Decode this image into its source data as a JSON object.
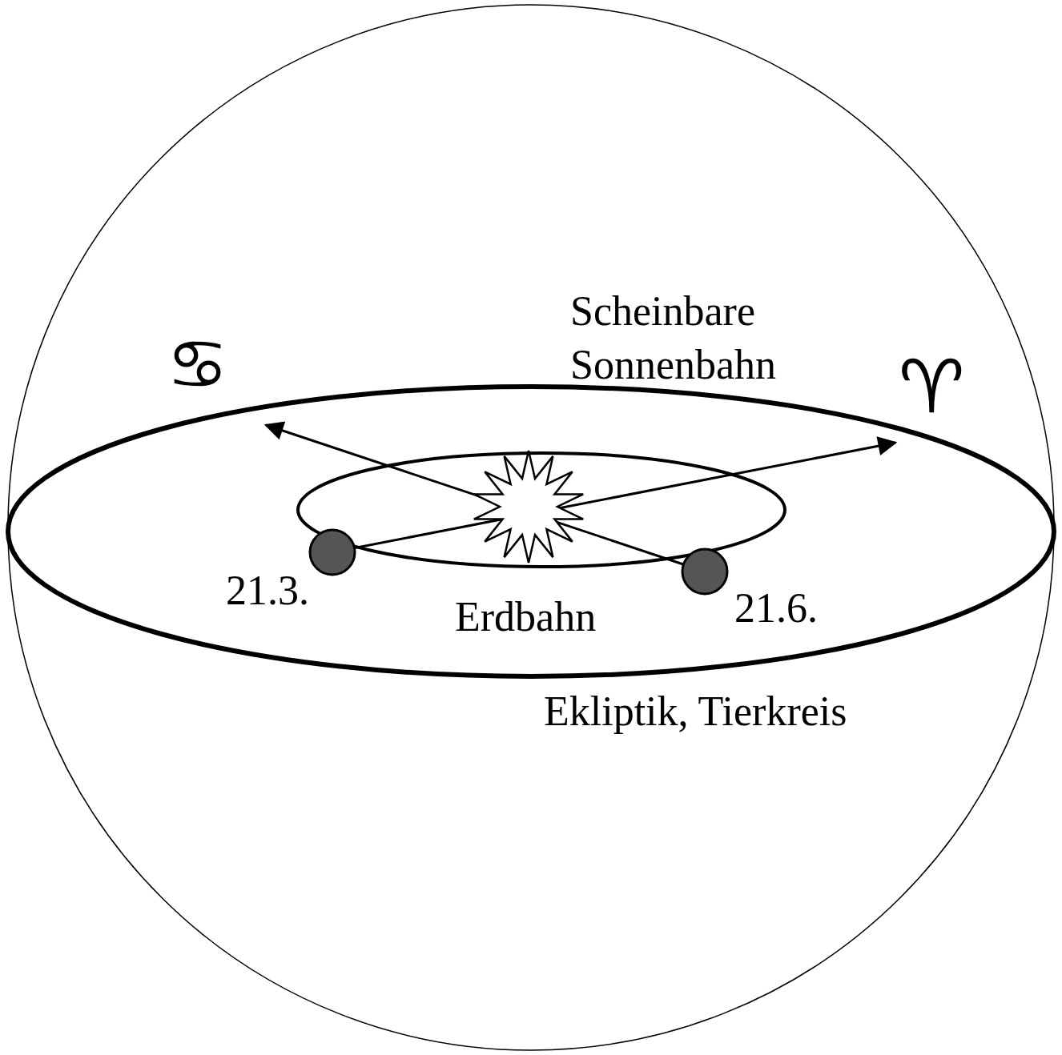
{
  "diagram": {
    "labels": [
      "Scheinbare Sonnenbahn",
      "♋",
      "♈",
      "21.3.",
      "Erdbahn",
      "21.6.",
      "Ekliptik, Tierkreis"
    ]
  }
}
